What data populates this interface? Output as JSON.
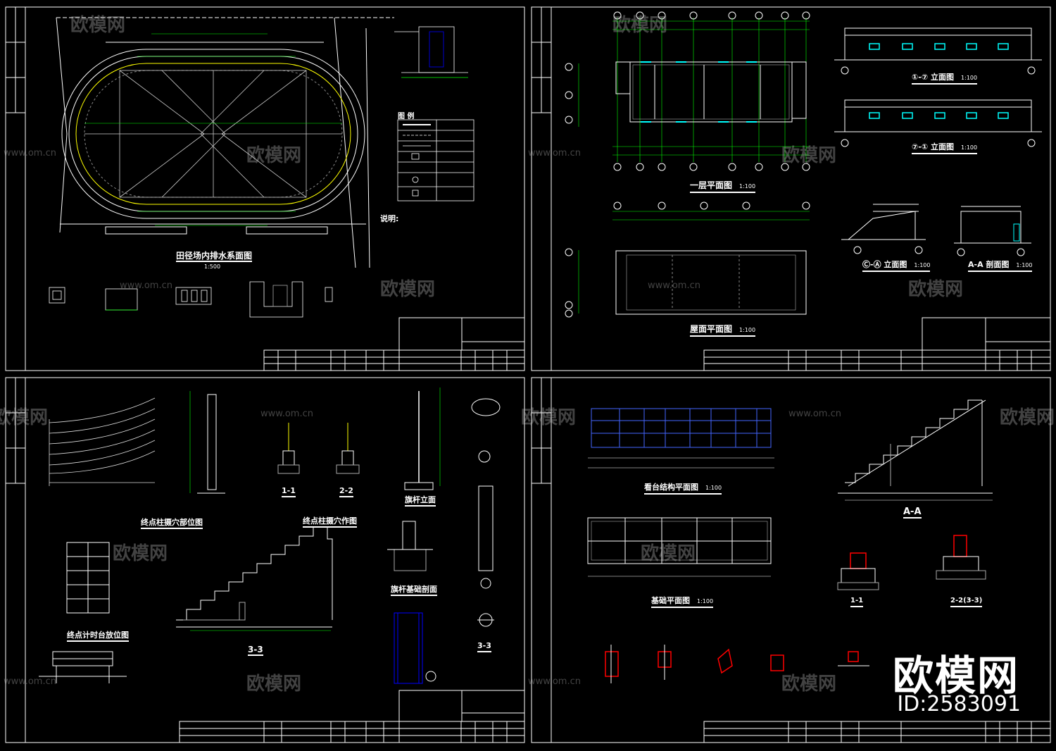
{
  "sheets": [
    {
      "id": "sheet1",
      "drawings": [
        "田径场内排水系面图",
        "说明:",
        "图 例"
      ]
    },
    {
      "id": "sheet2",
      "drawings": [
        "一层平面图",
        "屋面平面图",
        "立面图",
        "立面图",
        "立面图",
        "A-A 剖面图"
      ]
    },
    {
      "id": "sheet3",
      "drawings": [
        "终点柱摄穴部位图",
        "终点柱摄穴作图",
        "终点计时台放位图",
        "1-1",
        "2-2",
        "3-3",
        "旗杆立面",
        "旗杆基础剖面",
        "3-3"
      ]
    },
    {
      "id": "sheet4",
      "drawings": [
        "看台结构平面图",
        "基础平面图",
        "A-A",
        "1-1",
        "2-2(3-3)"
      ]
    }
  ],
  "labels": {
    "s1_title": "田径场内排水系面图",
    "s1_scale": "1:500",
    "s1_legend": "图 例",
    "s1_notes_title": "说明:",
    "s2_plan1": "一层平面图",
    "s2_plan1_scale": "1:100",
    "s2_roof": "屋面平面图",
    "s2_roof_scale": "1:100",
    "s2_elev1": "①-⑦ 立面图",
    "s2_elev1_scale": "1:100",
    "s2_elev2": "⑦-① 立面图",
    "s2_elev2_scale": "1:100",
    "s2_elev3": "Ⓒ-Ⓐ 立面图",
    "s2_elev3_scale": "1:100",
    "s2_section": "A-A 剖面图",
    "s2_section_scale": "1:100",
    "s3_pos": "终点柱摄穴部位图",
    "s3_make": "终点柱摄穴作图",
    "s3_timer": "终点计时台放位图",
    "s3_11": "1-1",
    "s3_22": "2-2",
    "s3_33": "3-3",
    "s3_flag": "旗杆立面",
    "s3_flagbase": "旗杆基础剖面",
    "s3_33b": "3-3",
    "s4_struct": "看台结构平面图",
    "s4_struct_scale": "1:100",
    "s4_found": "基础平面图",
    "s4_found_scale": "1:100",
    "s4_aa": "A-A",
    "s4_11": "1-1",
    "s4_22": "2-2(3-3)"
  },
  "watermark": {
    "text": "欧模网",
    "url": "www.om.cn",
    "brand": "欧模网",
    "id": "ID:2583091"
  },
  "colors": {
    "background": "#000000",
    "frame": "#ffffff",
    "dimension": "#00ff00",
    "structure": "#0000ff",
    "accent": "#ff0000",
    "window": "#00ffff",
    "track": "#ffff00"
  }
}
